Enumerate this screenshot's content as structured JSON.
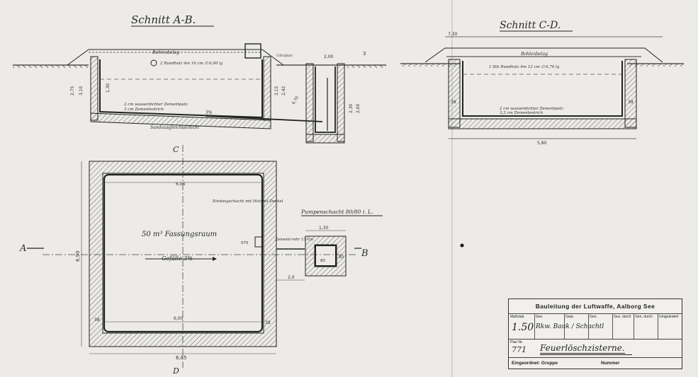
{
  "section_ab": {
    "title": "Schnitt A-B.",
    "labels": {
      "bohle": "Bohlenbelag",
      "round": "2 Rundholz 4m 16 cm ∅ 6,00 lg",
      "plaster1": "2 cm wasserdichter Zementputz",
      "plaster2": "3 cm Zementestrich",
      "slope": "3%",
      "sand": "Sandausgleichsschicht",
      "right_top": "Ultriplan"
    },
    "dims": {
      "d1": "2,75",
      "d2": "3,10",
      "d3": "1,30",
      "d4": "2,15",
      "d5": "2,42",
      "d6": "2,00",
      "d7": "2,30",
      "d8": "2,00",
      "d9": "0,70",
      "d10": "3"
    }
  },
  "section_cd": {
    "title": "Schnitt C-D.",
    "labels": {
      "bohle": "Bohlenbelag",
      "round": "1 Stk Rundholz 4m 12 cm ∅ 6,70 lg",
      "plaster1": "2 cm wasserdichter Zementputz",
      "plaster2": "3,2 cm Zementestrich"
    },
    "dims": {
      "top": "7,30",
      "bottom": "5,80",
      "left": "38",
      "right": "38"
    }
  },
  "plan": {
    "room_label": "50 m³ Fassungsraum",
    "slope_label": "Gefälle 3%",
    "inspection": "Einsteigschacht mit Holzmil Deckel",
    "cement_pipe": "Zement-rohr 15 cm",
    "dims": {
      "inner_top": "6,04",
      "inner_bottom": "6,00",
      "outer_bottom": "6,85",
      "side": "6,90",
      "mid": "2,0",
      "pipe": "075",
      "c38a": "38",
      "c38b": "38"
    },
    "marks": {
      "a": "A",
      "b": "B",
      "c": "C",
      "d": "D"
    }
  },
  "pump": {
    "title": "Pumpenschacht 80/80 i. L.",
    "dims": {
      "top": "1,30",
      "inner": "80",
      "side": "80"
    }
  },
  "titleblock": {
    "office": "Bauleitung der Luftwaffe, Aalborg See",
    "col_labels": [
      "Maßstab",
      "Gez.",
      "Gepr.",
      "Gen.",
      "Gez. durch",
      "Gen. durch",
      "Umgeändert"
    ],
    "scale": "1.50",
    "signature": "Rkw. Bauk / Schachtl",
    "plan_label": "Plan Nr.",
    "plan_no": "771",
    "plan_title": "Feuerlöschzisterne.",
    "group_label": "Eingeordnet: Gruppe",
    "number_label": "Nummer"
  }
}
